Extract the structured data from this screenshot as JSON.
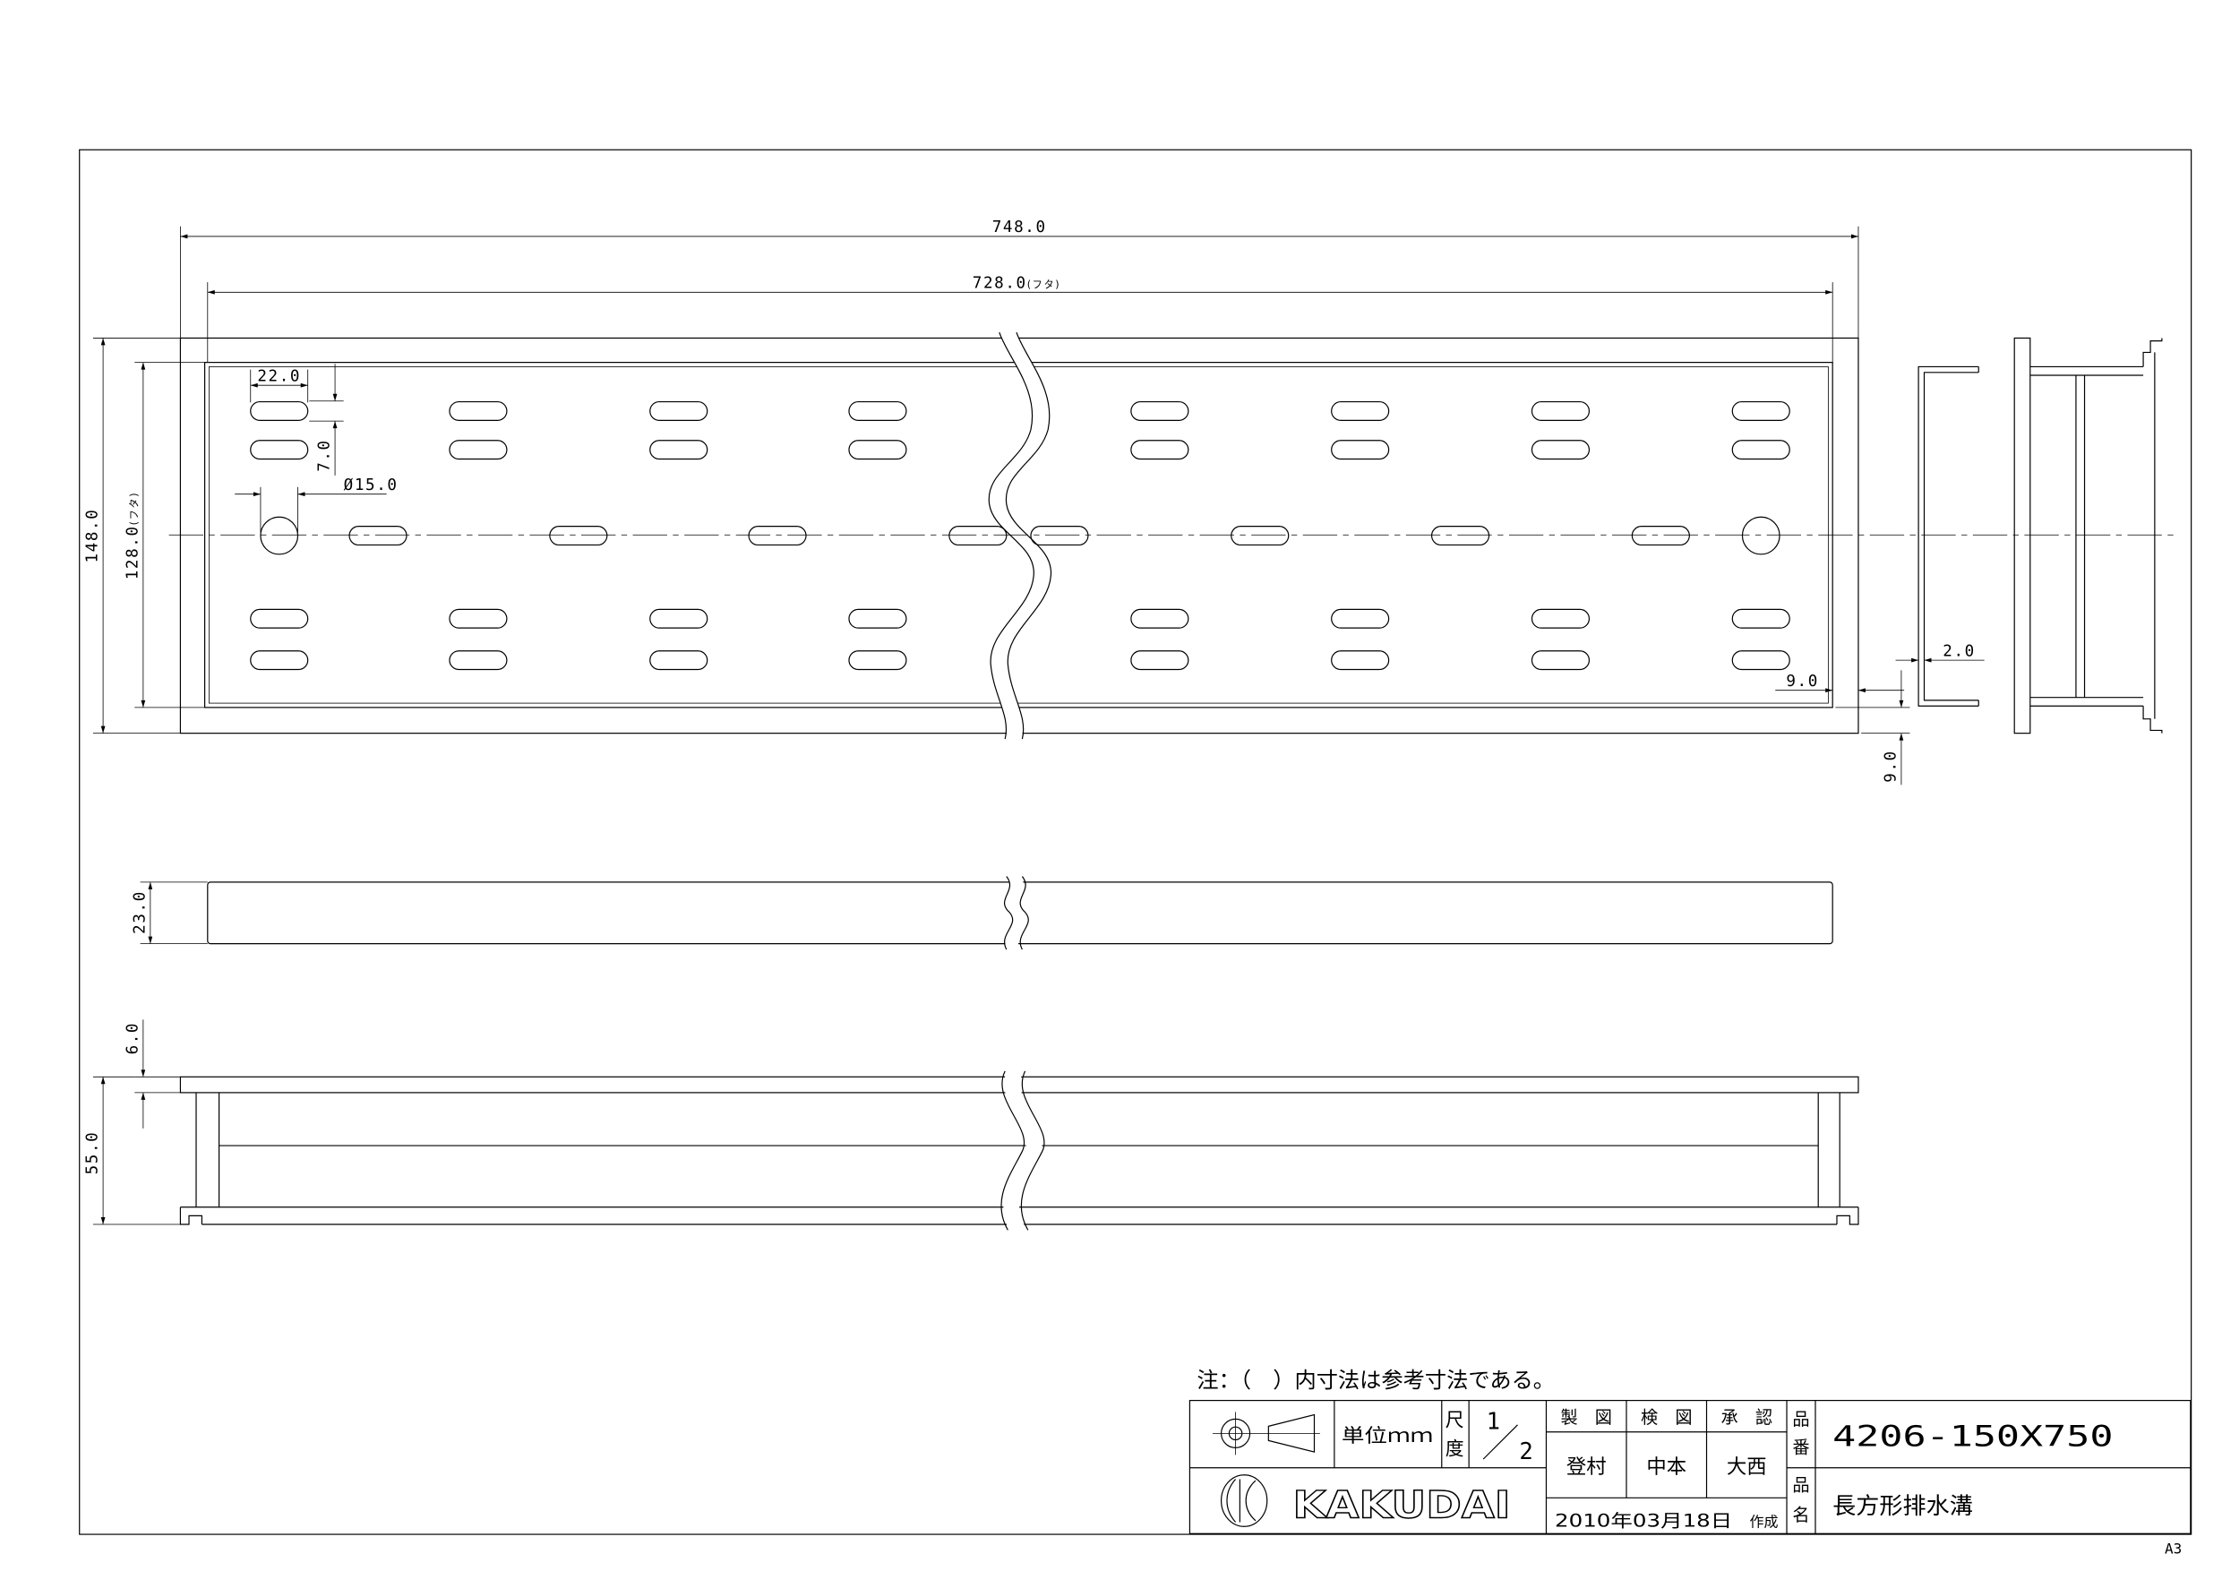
{
  "colors": {
    "line": "#000000",
    "paper": "#ffffff"
  },
  "dims": {
    "overall_length": "748.0",
    "lid_length": {
      "value": "728.0",
      "note": "(フタ)"
    },
    "overall_width": "148.0",
    "lid_width": {
      "value": "128.0",
      "note": "(フタ)"
    },
    "slot_length": "22.0",
    "slot_pitch": "7.0",
    "hole_diameter": "Ø15.0",
    "lid_offset_horizontal": "9.0",
    "lid_thickness": "2.0",
    "lid_offset_vertical": "9.0",
    "lid_height": "23.0",
    "plate_thickness": "6.0",
    "body_height": "55.0"
  },
  "note": "注：（　）内寸法は参考寸法である。",
  "title_block": {
    "unit": "単位ｍｍ",
    "scale_label": [
      "尺",
      "度"
    ],
    "scale": {
      "numerator": "1",
      "denominator": "2"
    },
    "roles": [
      "製　図",
      "検　図",
      "承　認"
    ],
    "names": [
      "登村",
      "中本",
      "大西"
    ],
    "date": "2010年03月18日",
    "date_label": "作成",
    "part_number_label": [
      "品",
      "番"
    ],
    "part_number": "4206-150X750",
    "part_name_label": [
      "品",
      "名"
    ],
    "part_name": "長方形排水溝",
    "brand": "KAKUDAI"
  },
  "sheet_size": "A3"
}
